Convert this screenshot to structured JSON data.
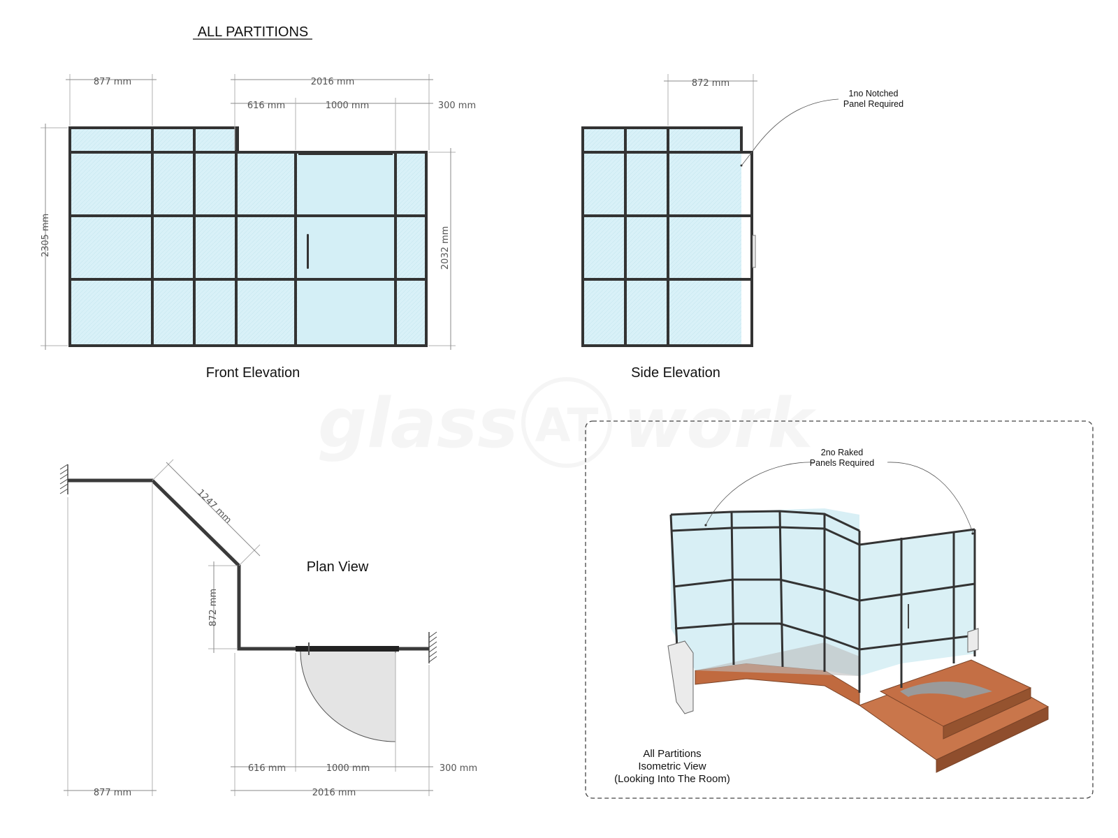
{
  "title": "ALL PARTITIONS",
  "watermark": "glass AT work",
  "front_elevation": {
    "label": "Front Elevation",
    "dims": {
      "top_left": "877 mm",
      "top_overall": "2016 mm",
      "segment_1": "616 mm",
      "segment_2": "1000 mm",
      "segment_3": "300 mm",
      "height_left": "2305 mm",
      "height_right": "2032 mm"
    }
  },
  "side_elevation": {
    "label": "Side Elevation",
    "dims": {
      "top": "872 mm"
    },
    "note": [
      "1no Notched",
      "Panel Required"
    ]
  },
  "plan_view": {
    "label": "Plan View",
    "dims": {
      "diagonal": "1247 mm",
      "vertical": "872 mm",
      "segment_1": "616 mm",
      "segment_2": "1000 mm",
      "segment_3": "300 mm",
      "bottom_left": "877 mm",
      "bottom_overall": "2016 mm"
    }
  },
  "isometric": {
    "note": [
      "2no Raked",
      "Panels Required"
    ],
    "caption": [
      "All Partitions",
      "Isometric View",
      "(Looking Into The Room)"
    ]
  },
  "colors": {
    "glass": "#d9f1f8",
    "frame": "#333333",
    "timber": "#b8653f",
    "dimension": "#8a8a8a"
  }
}
